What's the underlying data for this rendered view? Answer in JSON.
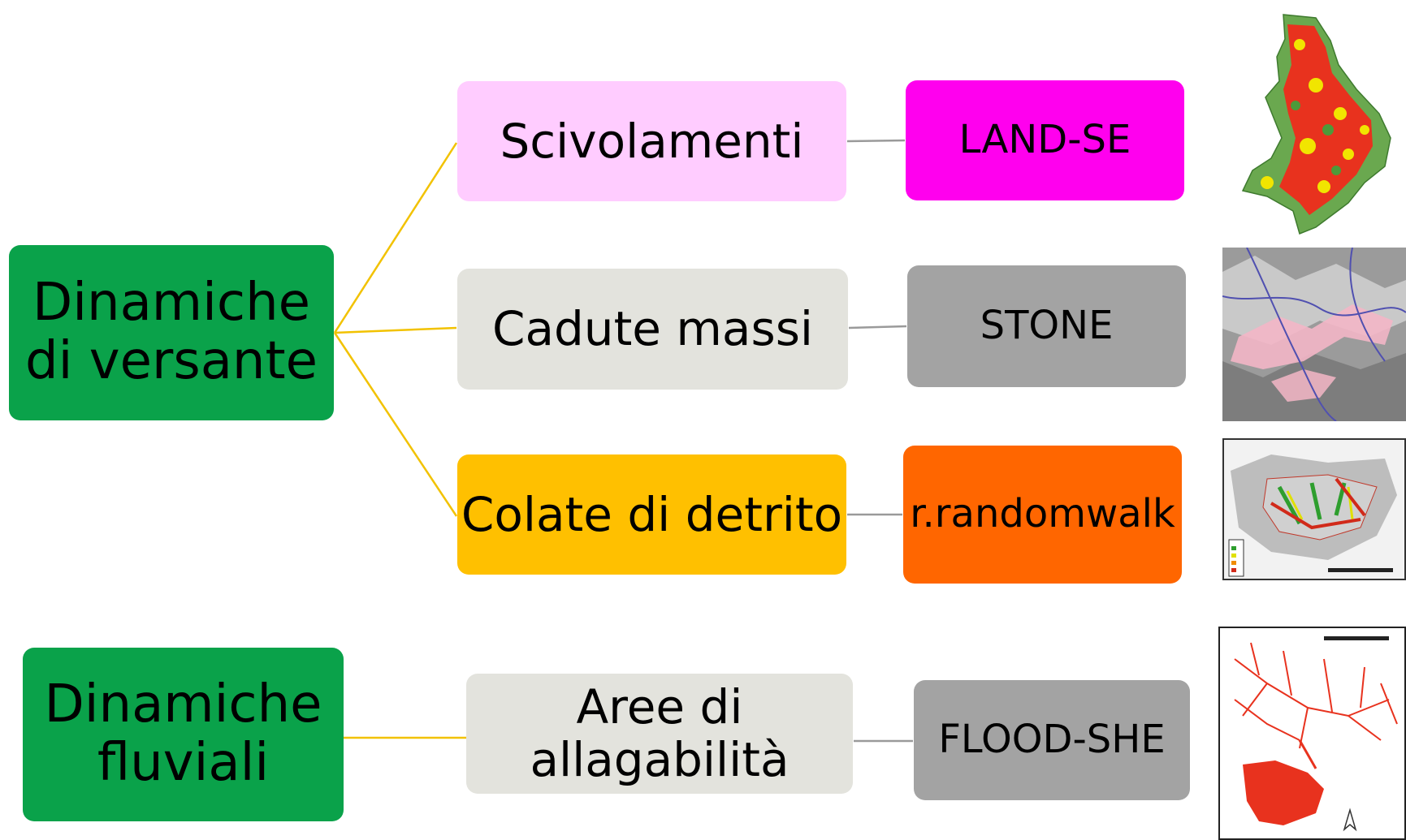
{
  "diagram": {
    "groups": [
      {
        "root": {
          "label": "Dinamiche\ndi versante",
          "color": "#0aa24a"
        },
        "branches": [
          {
            "phenomenon": {
              "label": "Scivolamenti",
              "color": "#ffccff"
            },
            "model": {
              "label": "LAND-SE",
              "color": "#ff00ee"
            },
            "image": {
              "icon": "landslide-susceptibility-map"
            }
          },
          {
            "phenomenon": {
              "label": "Cadute massi",
              "color": "#e3e3dd"
            },
            "model": {
              "label": "STONE",
              "color": "#a3a3a3"
            },
            "image": {
              "icon": "rockfall-trajectory-map"
            }
          },
          {
            "phenomenon": {
              "label": "Colate di detrito",
              "color": "#ffc000"
            },
            "model": {
              "label": "r.randomwalk",
              "color": "#ff6600"
            },
            "image": {
              "icon": "debris-flow-runout-map"
            }
          }
        ]
      },
      {
        "root": {
          "label": "Dinamiche\nfluviali",
          "color": "#0aa24a"
        },
        "branches": [
          {
            "phenomenon": {
              "label": "Aree di\nallagabilità",
              "color": "#e3e3dd"
            },
            "model": {
              "label": "FLOOD-SHE",
              "color": "#a3a3a3"
            },
            "image": {
              "icon": "flood-area-map"
            }
          }
        ]
      }
    ],
    "connector_colors": {
      "root_to_phenomenon": "#f2c200",
      "phenomenon_to_model": "#9a9a9a"
    }
  }
}
